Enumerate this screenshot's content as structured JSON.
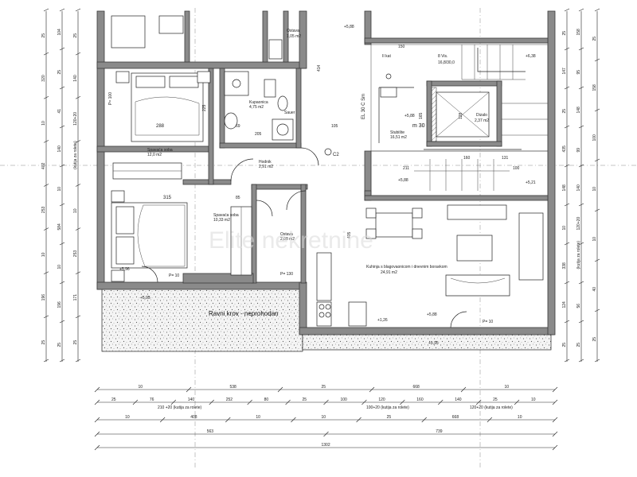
{
  "rooms": {
    "bedroom1_name": "Spavaća soba",
    "bedroom1_area": "12,0 m2",
    "bedroom1_height": "P= 100",
    "bedroom2_name": "Spavaća soba",
    "bedroom2_area": "10,33 m2",
    "bathroom_name": "Kupaonica",
    "bathroom_area": "4,75 m2",
    "hall_name": "Hodnik",
    "hall_area": "2,91 m2",
    "storage1_name": "Ostava",
    "storage1_area": "1,05 m2",
    "storage2_name": "Ostava",
    "storage2_area": "2,08 m2",
    "stair_name": "Stubište",
    "stair_area": "16,51 m2",
    "lift_name": "Dizalo",
    "lift_area": "2,37 m2",
    "kitchen_name": "Kuhinja s blagovaonicom i dnevnim boravkom",
    "kitchen_area": "24,91 m2",
    "terrace_label": "Ravni krov - neprohodan",
    "watermark": "Elite nekretnine"
  },
  "annotations": {
    "p10_left": "P= 10",
    "p130": "P= 130",
    "p10_right": "P= 10",
    "elev_588_top": "+5,88",
    "elev_588_left": "+5,88",
    "elev_588_right": "+5,88",
    "elev_588_mid": "+5,88",
    "elev_521": "+5,21",
    "elev_595_left": "+5,95",
    "elev_595_right": "+5,95",
    "elev_596": "+5,96",
    "elev_638": "+6,38",
    "elev_1_26": "+1,26",
    "elev_28": "+5,88",
    "stair_code": "EL 30 C Sm",
    "m30": "m 30",
    "c2": "C2",
    "floor_label": "II kat",
    "steps_label": "8 Vis.",
    "steps_size": "16,8/30,0",
    "lift_dims": "1,80",
    "bath_mark": "Sauer",
    "left_kutija": "(kutija za rolete)",
    "right_kutija": "(kutija za rolete)"
  },
  "dims_bottom": {
    "row1": [
      "10",
      "538",
      "25",
      "668",
      "10"
    ],
    "row2": [
      "25",
      "76",
      "140",
      "252",
      "80",
      "25",
      "100",
      "120",
      "160",
      "140",
      "25",
      "10"
    ],
    "row2_sub_left": "210 +20 (kutija za rolete)",
    "row2_sub_mid": "100+20 (kutija za rolete)",
    "row2_sub_right": "120+20 (kutija za rolete)",
    "row3": [
      "10",
      "408",
      "10",
      "10",
      "25",
      "668",
      "10"
    ],
    "row4": [
      "563",
      "739"
    ],
    "row5": [
      "1302"
    ]
  },
  "dims_left": {
    "outer": [
      "25",
      "320",
      "10",
      "402",
      "253",
      "10",
      "196",
      "25"
    ],
    "mid": [
      "104",
      "25",
      "41",
      "140",
      "10",
      "584",
      "10",
      "196",
      "25"
    ],
    "inner": [
      "25",
      "140",
      "120+20",
      "(kutija za rolete)",
      "10",
      "253",
      "171",
      "25"
    ]
  },
  "dims_right": {
    "outer": [
      "25",
      "147",
      "25",
      "435",
      "148",
      "10",
      "338",
      "124",
      "25"
    ],
    "mid": [
      "158",
      "95",
      "148",
      "99",
      "140",
      "120+20",
      "(kutija za rolete)",
      "56",
      "25"
    ],
    "inner": [
      "25",
      "158",
      "100",
      "10",
      "10",
      "40",
      "25"
    ]
  },
  "interior_dims": {
    "w288": "288",
    "w315": "315",
    "w85": "85",
    "w205": "205",
    "w69": "69",
    "w105": "105",
    "w150": "150",
    "w160": "160",
    "w131": "131",
    "w211": "211",
    "w100": "100",
    "w165": "165",
    "h405": "405",
    "h414": "414",
    "h225": "225",
    "h195": "195",
    "h120": "120",
    "w128": "128",
    "w140": "140"
  }
}
